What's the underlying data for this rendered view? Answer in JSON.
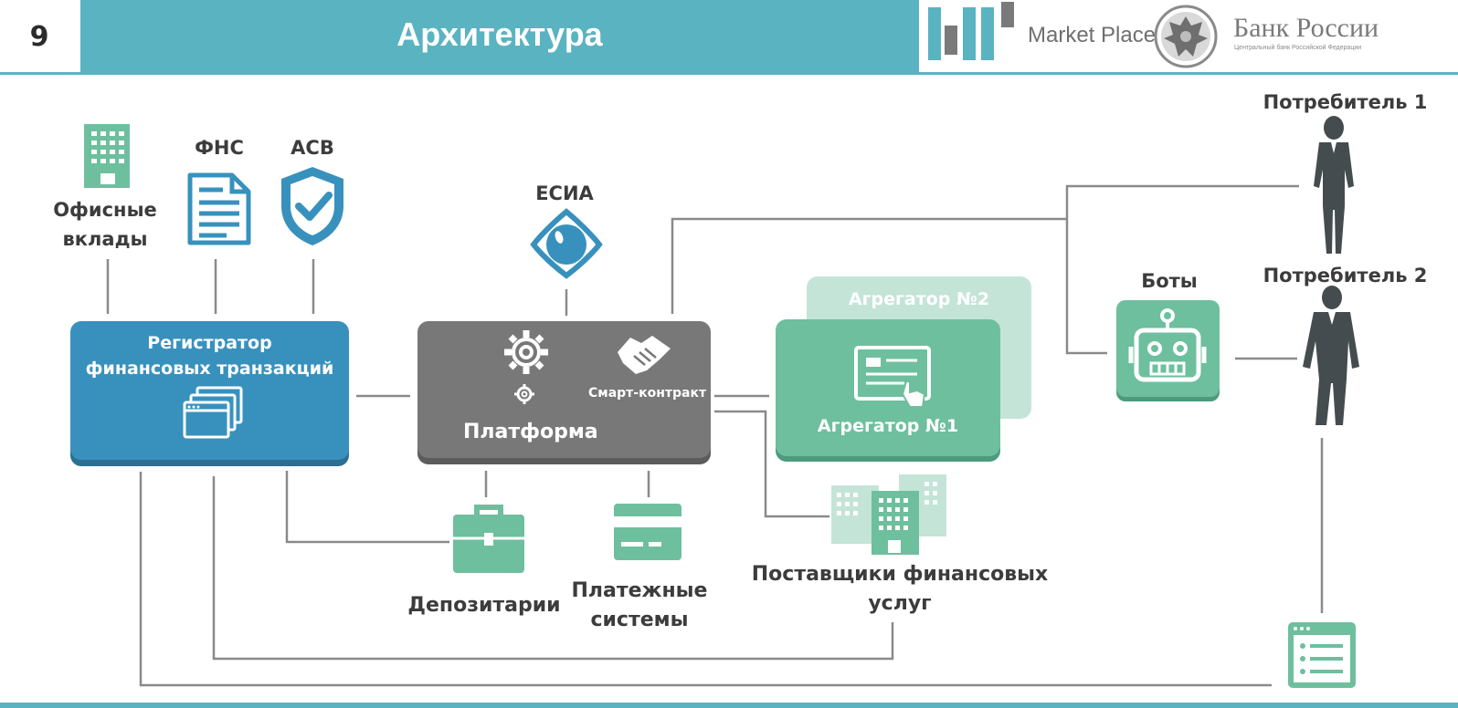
{
  "header": {
    "slide_number": "9",
    "title": "Архитектура",
    "marketplace_label": "Market Place",
    "bank_name": "Банк России",
    "bank_subtitle": "Центральный банк Российской Федерации"
  },
  "nodes": {
    "fns": "ФНС",
    "asv": "АСВ",
    "office_deposits": "Офисные\nвклады",
    "esia": "ЕСИА",
    "registrar": "Регистратор\nфинансовых транзакций",
    "platform": "Платформа",
    "smart_contract": "Смарт-контракт",
    "aggregator1": "Агрегатор №1",
    "aggregator2": "Агрегатор №2",
    "bots": "Боты",
    "consumer1": "Потребитель 1",
    "consumer2": "Потребитель 2",
    "depositories": "Депозитарии",
    "payment_systems": "Платежные\nсистемы",
    "suppliers": "Поставщики финансовых\nуслуг"
  },
  "icons": {
    "office": "office-building-icon",
    "fns": "document-icon",
    "asv": "shield-check-icon",
    "esia": "eye-icon",
    "registrar": "windows-icon",
    "platform": "gears-icon",
    "smart_contract": "handshake-icon",
    "aggregator": "tablet-touch-icon",
    "bots": "robot-icon",
    "depositories": "briefcase-icon",
    "payment_systems": "card-icon",
    "suppliers": "buildings-icon",
    "consumer_app": "app-window-icon"
  },
  "colors": {
    "header": "#5ab3c1",
    "registrar": "#3891bd",
    "platform": "#787878",
    "aggregator": "#6ebf9e",
    "aggregator_back": "#c4e4d8",
    "icon_teal": "#6ebf9e",
    "icon_blue": "#3891bd",
    "person": "#454c4f",
    "line": "#8a8a8a"
  }
}
